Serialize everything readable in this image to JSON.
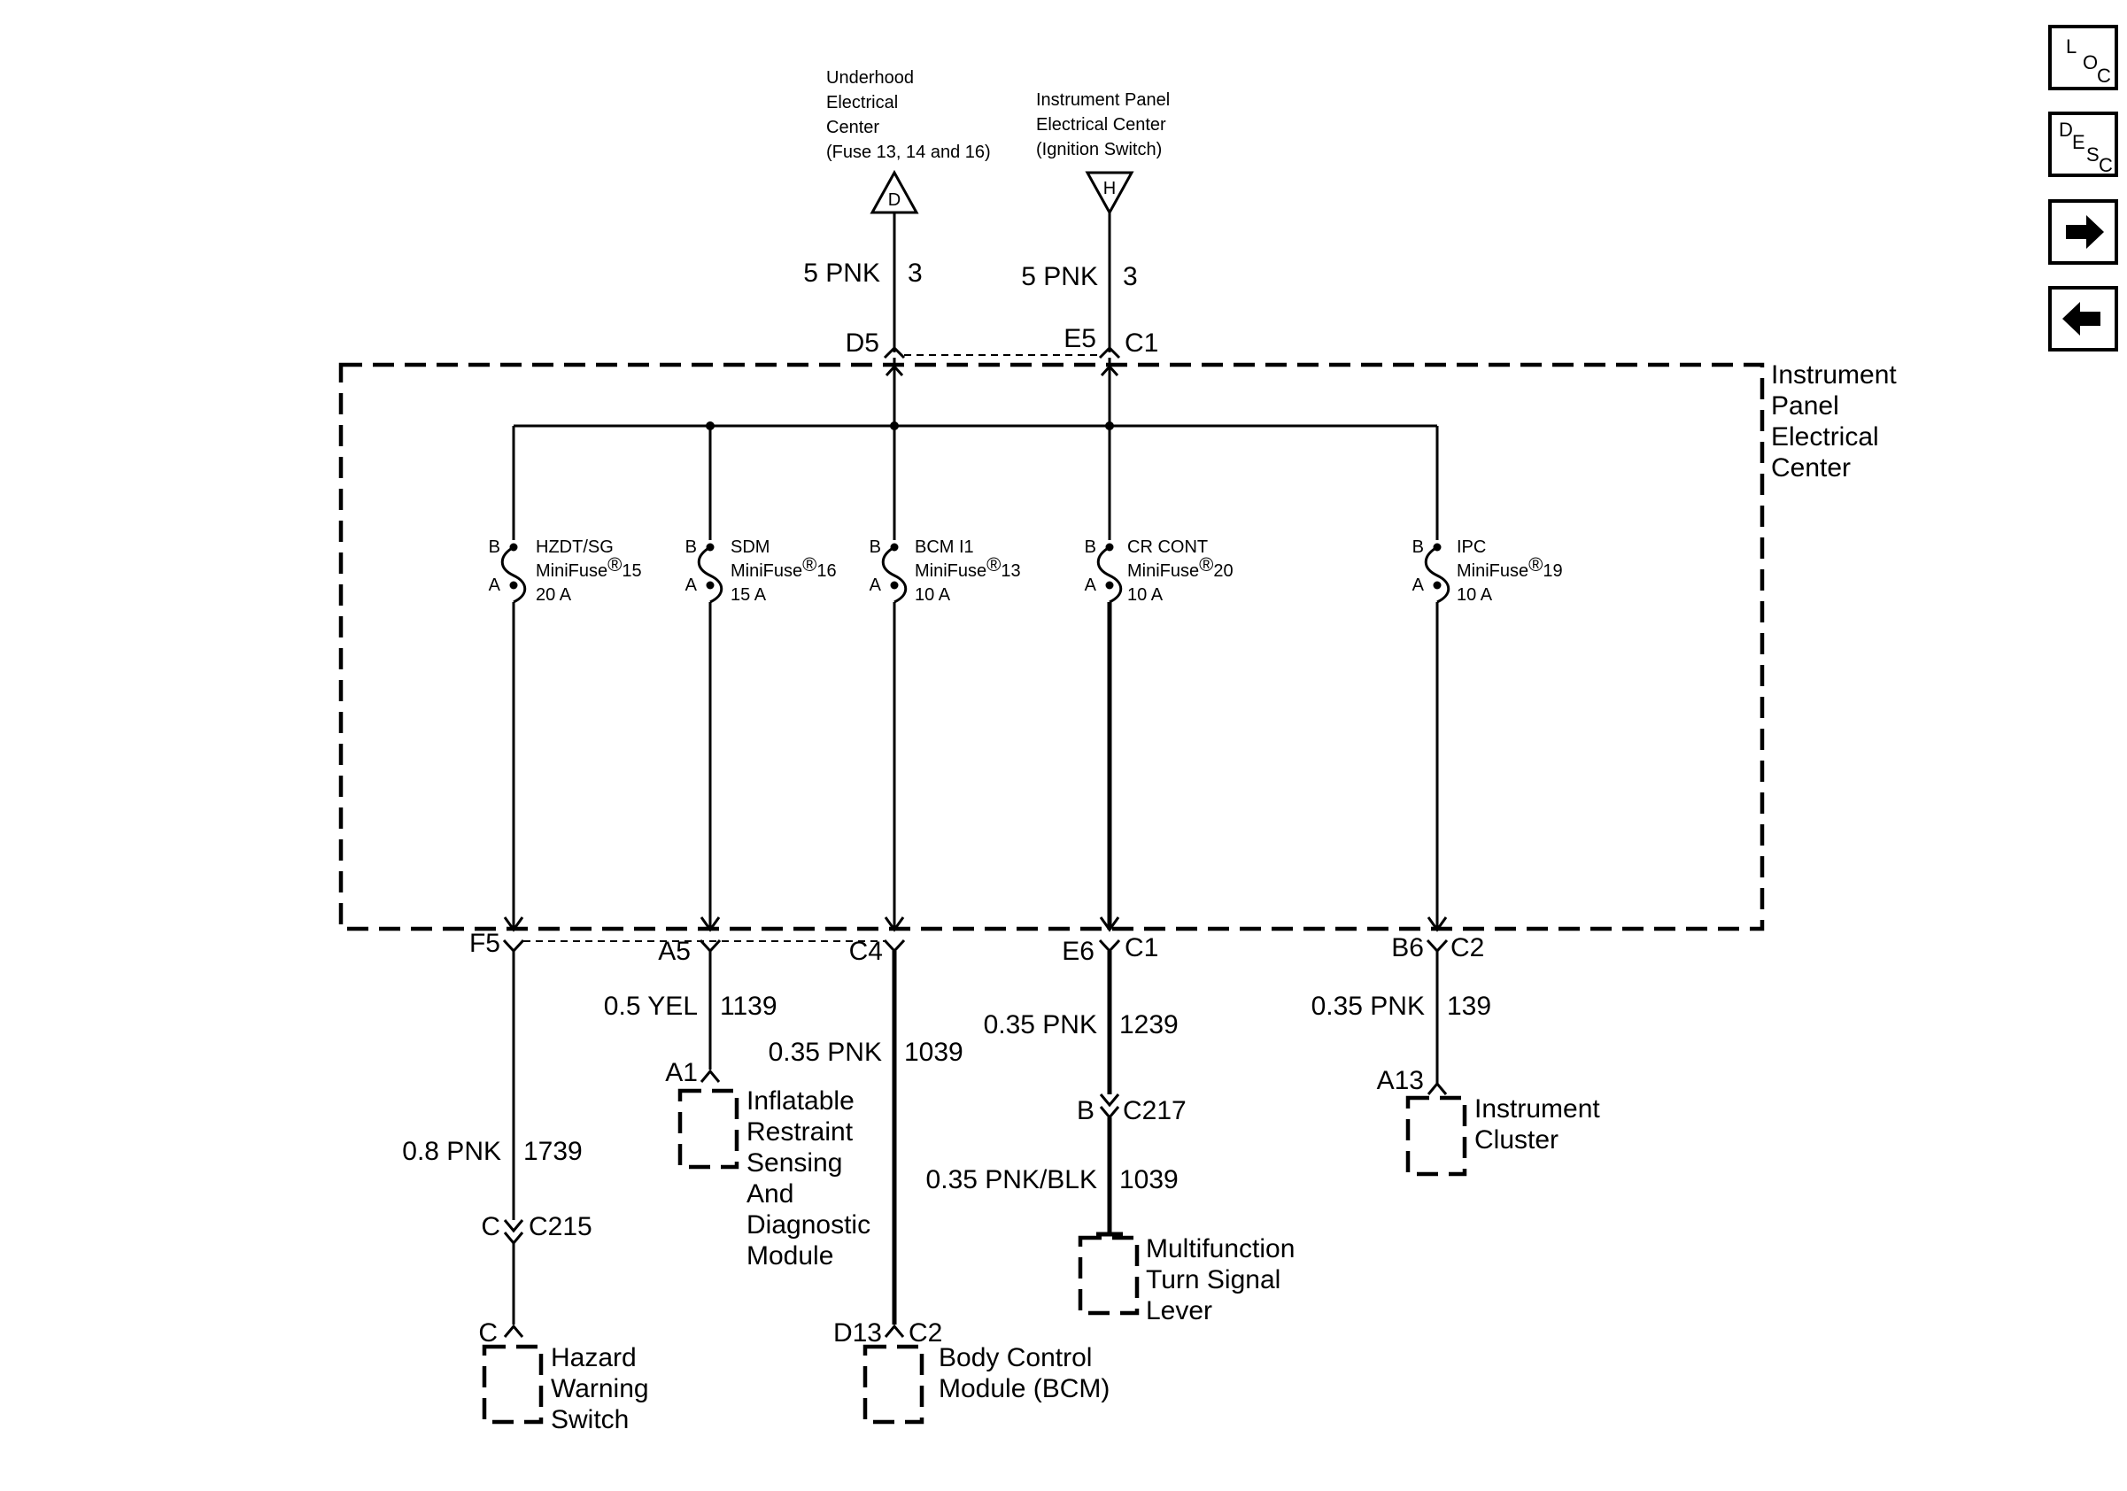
{
  "nav": {
    "loc": {
      "l": "L",
      "o": "O",
      "c": "C"
    },
    "desc": {
      "d": "D",
      "e": "E",
      "s": "S",
      "c": "C"
    }
  },
  "sources": {
    "underhood": {
      "lines": [
        "Underhood",
        "Electrical",
        "Center",
        "(Fuse 13, 14 and 16)"
      ],
      "symbol": "D",
      "wire": "5 PNK",
      "circuit": "3",
      "pin": "D5"
    },
    "ipec_ign": {
      "lines": [
        "Instrument Panel",
        "Electrical Center",
        "(Ignition Switch)"
      ],
      "symbol": "H",
      "wire": "5 PNK",
      "circuit": "3",
      "pin": "E5",
      "connector": "C1"
    }
  },
  "ipec_label": [
    "Instrument",
    "Panel",
    "Electrical",
    "Center"
  ],
  "fuses": [
    {
      "name": "HZDT/SG",
      "type": "MiniFuse",
      "reg": "®",
      "number": "15",
      "rating": "20 A",
      "pin_b": "B",
      "pin_a": "A"
    },
    {
      "name": "SDM",
      "type": "MiniFuse",
      "reg": "®",
      "number": "16",
      "rating": "15 A",
      "pin_b": "B",
      "pin_a": "A"
    },
    {
      "name": "BCM I1",
      "type": "MiniFuse",
      "reg": "®",
      "number": "13",
      "rating": "10 A",
      "pin_b": "B",
      "pin_a": "A"
    },
    {
      "name": "CR CONT",
      "type": "MiniFuse",
      "reg": "®",
      "number": "20",
      "rating": "10 A",
      "pin_b": "B",
      "pin_a": "A"
    },
    {
      "name": "IPC",
      "type": "MiniFuse",
      "reg": "®",
      "number": "19",
      "rating": "10 A",
      "pin_b": "B",
      "pin_a": "A"
    }
  ],
  "outputs": {
    "hazard": {
      "pin": "F5",
      "wire": "0.8 PNK",
      "circuit": "1739",
      "inline_pin": "C",
      "inline_conn": "C215",
      "comp_pin": "C",
      "component": [
        "Hazard",
        "Warning",
        "Switch"
      ]
    },
    "sdm": {
      "pin": "A5",
      "wire": "0.5 YEL",
      "circuit": "1139",
      "comp_pin": "A1",
      "component": [
        "Inflatable",
        "Restraint",
        "Sensing",
        "And",
        "Diagnostic",
        "Module"
      ]
    },
    "bcm": {
      "pin": "C4",
      "wire": "0.35 PNK",
      "circuit": "1039",
      "comp_pin": "D13",
      "comp_conn": "C2",
      "component": [
        "Body Control",
        "Module (BCM)"
      ]
    },
    "mfsw": {
      "pin": "E6",
      "connector": "C1",
      "wire": "0.35 PNK",
      "circuit": "1239",
      "inline_pin": "B",
      "inline_conn": "C217",
      "wire2": "0.35 PNK/BLK",
      "circuit2": "1039",
      "component": [
        "Multifunction",
        "Turn Signal",
        "Lever"
      ]
    },
    "ipc": {
      "pin": "B6",
      "connector": "C2",
      "wire": "0.35 PNK",
      "circuit": "139",
      "comp_pin": "A13",
      "component": [
        "Instrument",
        "Cluster"
      ]
    }
  }
}
